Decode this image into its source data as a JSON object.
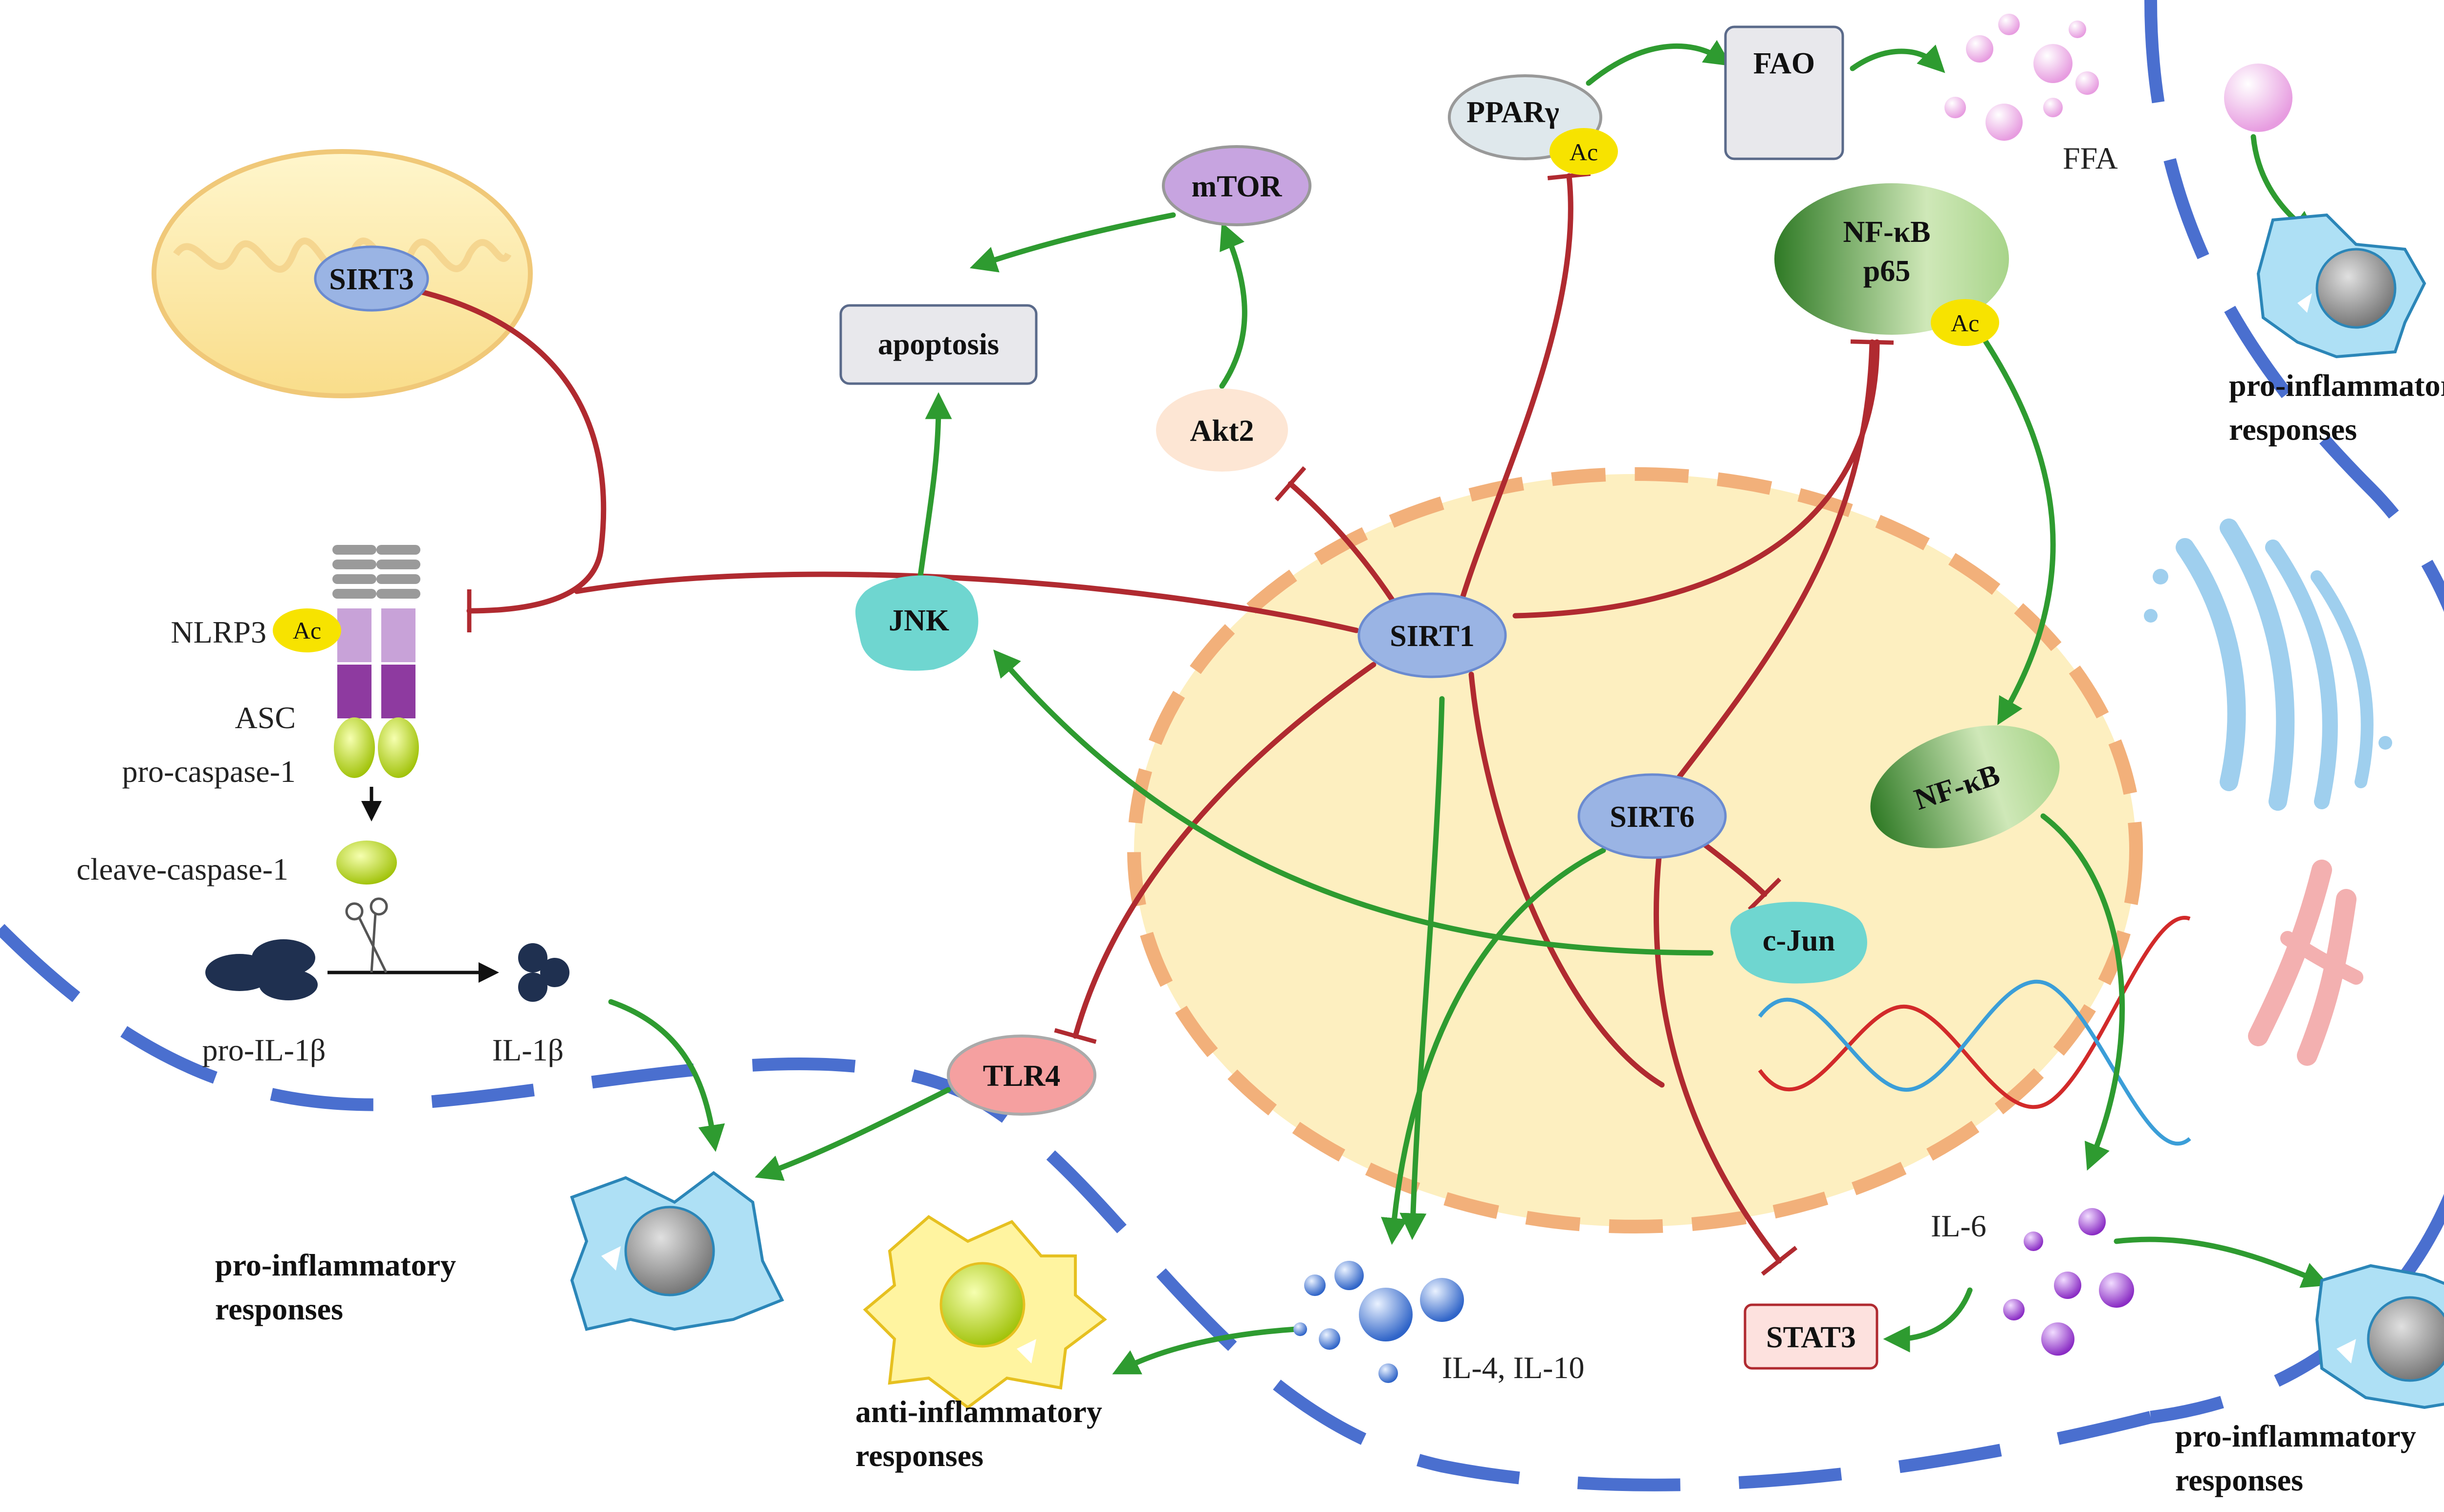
{
  "nodes": {
    "sirt1": "SIRT1",
    "sirt3": "SIRT3",
    "sirt6": "SIRT6",
    "mtor": "mTOR",
    "akt2": "Akt2",
    "jnk": "JNK",
    "cjun": "c-Jun",
    "tlr4": "TLR4",
    "stat3": "STAT3",
    "ppar": "PPARγ",
    "fao": "FAO",
    "nfkb_p65_line1": "NF-κB",
    "nfkb_p65_line2": "p65",
    "nfkb": "NF-κB",
    "apoptosis": "apoptosis"
  },
  "labels": {
    "ffa": "FFA",
    "nlrp3": "NLRP3",
    "asc": "ASC",
    "pro_caspase": "pro-caspase-1",
    "cleave_caspase": "cleave-caspase-1",
    "pro_il1b": "pro-IL-1β",
    "il1b": "IL-1β",
    "il4_il10": "IL-4, IL-10",
    "il6": "IL-6",
    "acetyl": "Ac"
  },
  "responses": {
    "pro_line1": "pro-inflammatory",
    "pro_line2": "responses",
    "anti_line1": "anti-inflammatory",
    "anti_line2": "responses"
  },
  "colors": {
    "activate": "#2e9b30",
    "inhibit": "#b02a30",
    "membrane": "#4a6fcf",
    "nucleus_fill": "#fdefc0",
    "nucleus_border": "#f2b07a"
  }
}
